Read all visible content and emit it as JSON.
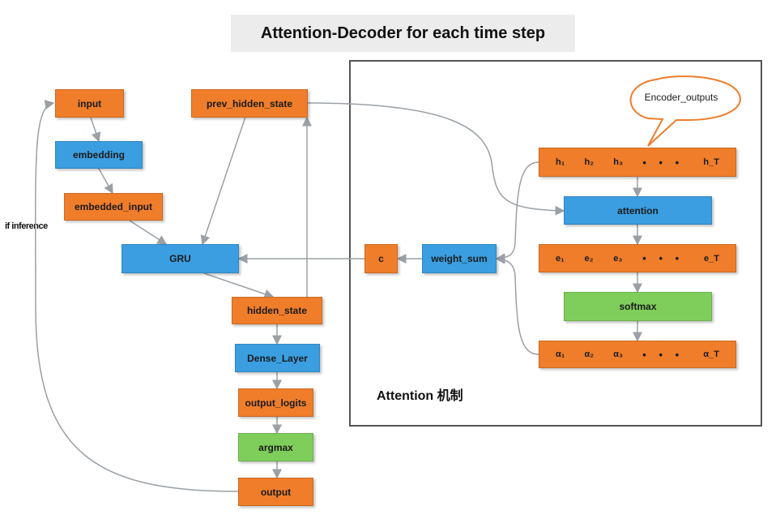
{
  "title": "Attention-Decoder for each time step",
  "panel_label": "Attention 机制",
  "side_label": "if inference",
  "bubble": "Encoder_outputs",
  "nodes": {
    "input": "input",
    "embedding": "embedding",
    "embedded_input": "embedded_input",
    "prev_hidden_state": "prev_hidden_state",
    "gru": "GRU",
    "hidden_state": "hidden_state",
    "dense_layer": "Dense_Layer",
    "output_logits": "output_logits",
    "argmax": "argmax",
    "output": "output",
    "c": "c",
    "weight_sum": "weight_sum",
    "attention": "attention",
    "softmax": "softmax"
  },
  "sequences": {
    "h": {
      "items": [
        "h₁",
        "h₂",
        "h₃",
        "• • •",
        "h_T"
      ]
    },
    "e": {
      "items": [
        "e₁",
        "e₂",
        "e₃",
        "• • •",
        "e_T"
      ]
    },
    "alpha": {
      "items": [
        "α₁",
        "α₂",
        "α₃",
        "• • •",
        "α_T"
      ]
    }
  },
  "colors": {
    "orange": "#ef7d2a",
    "blue": "#3a9ee0",
    "green": "#7fce5c",
    "arrow": "#9aa0a6"
  }
}
